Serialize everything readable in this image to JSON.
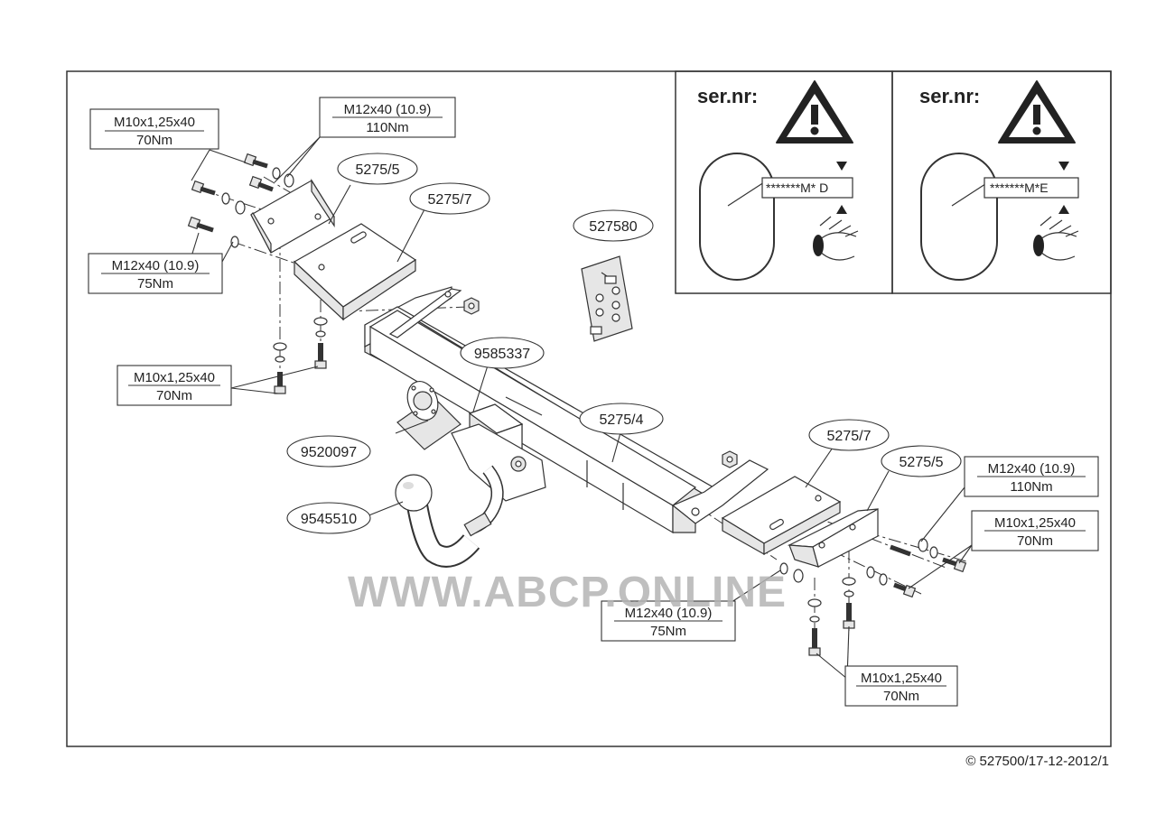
{
  "labels": {
    "m10_tl_spec": "M10x1,25x40",
    "m10_tl_torque": "70Nm",
    "m12_top_spec": "M12x40 (10.9)",
    "m12_top_torque": "110Nm",
    "m12_left_spec": "M12x40 (10.9)",
    "m12_left_torque": "75Nm",
    "m10_left_spec": "M10x1,25x40",
    "m10_left_torque": "70Nm",
    "m12_right_spec": "M12x40 (10.9)",
    "m12_right_torque": "110Nm",
    "m10_right_spec": "M10x1,25x40",
    "m10_right_torque": "70Nm",
    "m12_bottom_spec": "M12x40 (10.9)",
    "m12_bottom_torque": "75Nm",
    "m10_bottom_spec": "M10x1,25x40",
    "m10_bottom_torque": "70Nm"
  },
  "parts": {
    "p5275_5_left": "5275/5",
    "p5275_7_left": "5275/7",
    "p527580": "527580",
    "p9585337": "9585337",
    "p5275_4": "5275/4",
    "p9520097": "9520097",
    "p9545510": "9545510",
    "p5275_7_right": "5275/7",
    "p5275_5_right": "5275/5"
  },
  "serial_panels": [
    {
      "title": "ser.nr:",
      "code": "*******M* D"
    },
    {
      "title": "ser.nr:",
      "code": "*******M*E"
    }
  ],
  "watermark": "WWW.ABCP.ONLINE",
  "footer": "© 527500/17-12-2012/1"
}
